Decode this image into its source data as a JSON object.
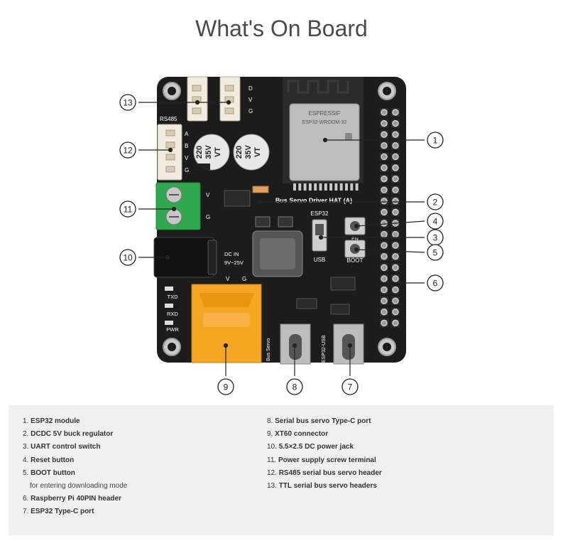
{
  "title": "What's On Board",
  "board": {
    "module_brand": "ESPRESSIF",
    "module_model": "ESP32-WROOM-32",
    "board_name": "Bus Servo Driver HAT (A)",
    "rs485_label": "RS485",
    "rs485_pins": [
      "A",
      "B",
      "V",
      "G"
    ],
    "ttl_pins": [
      "D",
      "V",
      "G"
    ],
    "cap_text": [
      "220",
      "35V",
      "VT"
    ],
    "terminal_pins": [
      "V",
      "G"
    ],
    "dc_label": [
      "DC IN",
      "9V~25V"
    ],
    "xt60_pins": [
      "V",
      "G"
    ],
    "esp32_switch_label": "ESP32",
    "usb_switch_label": "USB",
    "en_label": "EN",
    "boot_label": "BOOT",
    "leds": [
      "TXD",
      "RXD",
      "PWR"
    ],
    "bus_servo_port_label": "Bus Servo",
    "esp32_usb_port_label": "ESP32-USB"
  },
  "callouts": [
    "1",
    "2",
    "3",
    "4",
    "5",
    "6",
    "7",
    "8",
    "9",
    "10",
    "11",
    "12",
    "13"
  ],
  "legend": {
    "left": [
      {
        "num": "1.",
        "text": "ESP32 module"
      },
      {
        "num": "2.",
        "text": "DCDC 5V buck regulator"
      },
      {
        "num": "3.",
        "text": "UART control switch"
      },
      {
        "num": "4.",
        "text": "Reset button"
      },
      {
        "num": "5.",
        "text": "BOOT button"
      },
      {
        "num": "",
        "text": "for entering downloading mode",
        "note": true
      },
      {
        "num": "6.",
        "text": "Raspberry Pi 40PIN header"
      },
      {
        "num": "7.",
        "text": "ESP32 Type-C port"
      }
    ],
    "right": [
      {
        "num": "8.",
        "text": "Serial bus servo Type-C port"
      },
      {
        "num": "9.",
        "text": "XT60 connector"
      },
      {
        "num": "10.",
        "text": "5.5×2.5 DC power jack"
      },
      {
        "num": "11.",
        "text": "Power supply screw terminal"
      },
      {
        "num": "12.",
        "text": "RS485 serial bus servo header"
      },
      {
        "num": "13.",
        "text": "TTL serial bus servo headers"
      }
    ]
  },
  "colors": {
    "board": "#1c1c1c",
    "terminal": "#2fa84f",
    "xt60": "#f5a623",
    "legend_bg": "#f0f0f0"
  }
}
